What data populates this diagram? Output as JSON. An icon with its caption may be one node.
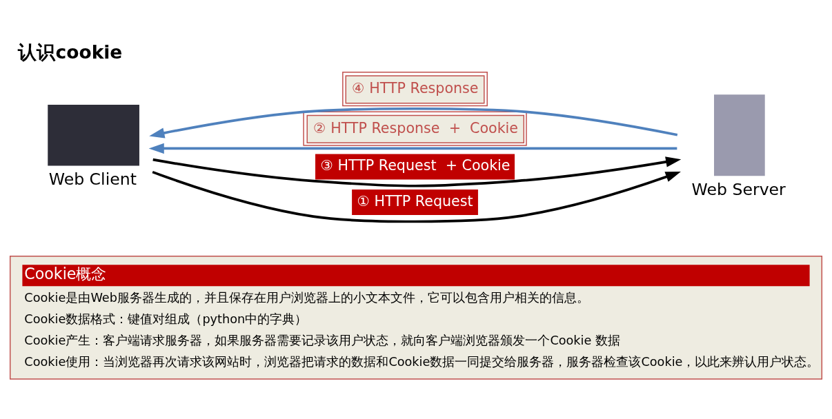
{
  "diagram": {
    "title": "认识cookie",
    "nodes": [
      {
        "text": [
          "Web Client"
        ]
      },
      {
        "text": [
          "Web Server"
        ]
      },
      {
        "text": [
          "Cookie概念",
          "Cookie是由Web服务器生成的，并且保存在用户浏览器上的小文本文件，它可以包含用户相关的信息。",
          "Cookie数据格式：键值对组成（python中的字典）",
          "Cookie产生：客户端请求服务器，如果服务器需要记录该用户状态，就向客户端浏览器颁发一个Cookie 数据",
          "Cookie使用：当浏览器再次请求该网站时，浏览器把请求的数据和Cookie数据一同提交给服务器，服务器检查该Cookie，以此来辨认用户状态。"
        ]
      }
    ],
    "edges": [
      {
        "from": 0,
        "to": 1,
        "arrow": "to",
        "label": "① HTTP Request"
      },
      {
        "from": 1,
        "to": 0,
        "arrow": "to",
        "label": "② HTTP Response  +  Cookie",
        "color": "#4f81bd"
      },
      {
        "from": 0,
        "to": 1,
        "arrow": "to",
        "label": "③ HTTP Request  + Cookie"
      },
      {
        "from": 1,
        "to": 0,
        "arrow": "to",
        "label": "④ HTTP Response",
        "color": "#4f81bd"
      }
    ]
  }
}
